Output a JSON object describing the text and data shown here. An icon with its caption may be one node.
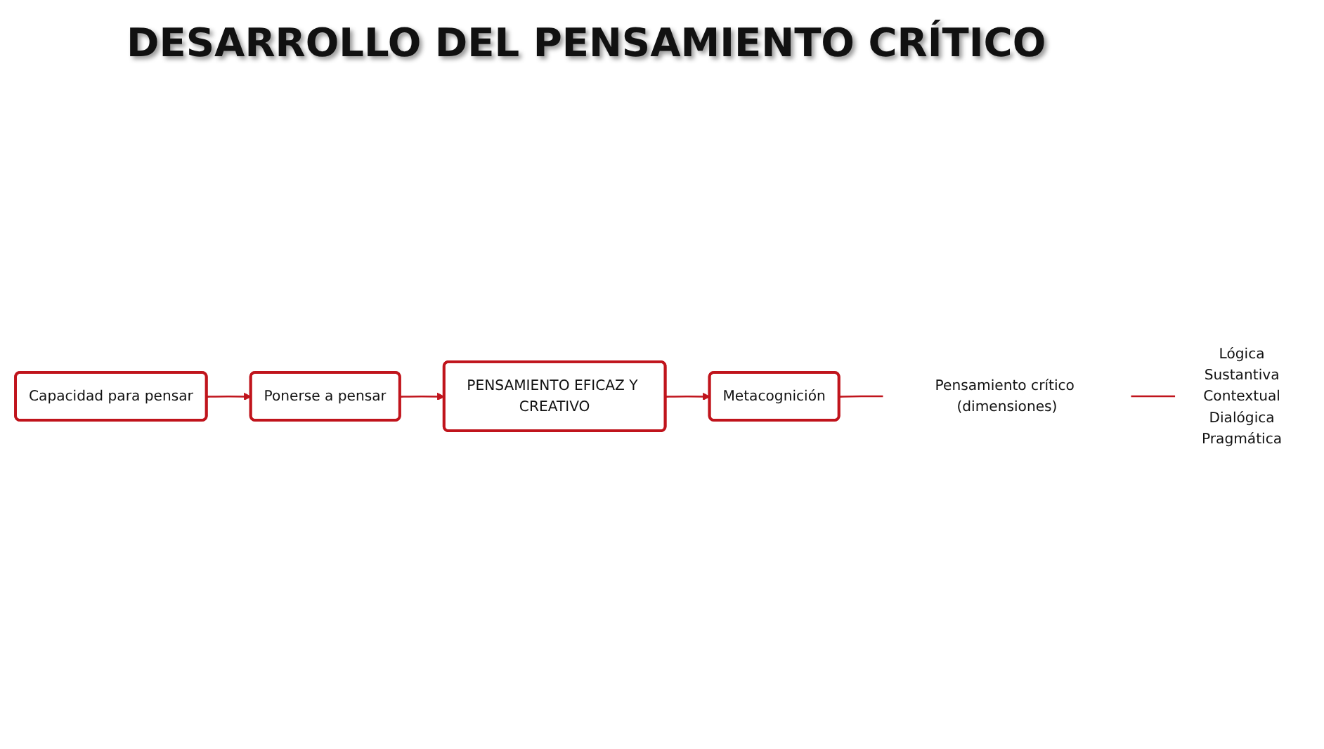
{
  "diagram": {
    "title": "DESARROLLO DEL PENSAMIENTO CRÍTICO",
    "nodes": [
      {
        "text": [
          "Capacidad para pensar"
        ]
      },
      {
        "text": [
          "Ponerse a pensar"
        ]
      },
      {
        "text": [
          "PENSAMIENTO EFICAZ Y CREATIVO"
        ]
      },
      {
        "text": [
          "Metacognición"
        ]
      },
      {
        "text": [
          "Pensamiento crítico (dimensiones)"
        ]
      },
      {
        "text": [
          "Lógica",
          "Sustantiva",
          "Contextual",
          "Dialógica",
          "Pragmática"
        ]
      }
    ],
    "edges": [
      {
        "from": 0,
        "to": 1,
        "arrow": "to"
      },
      {
        "from": 1,
        "to": 2,
        "arrow": "to"
      },
      {
        "from": 2,
        "to": 3,
        "arrow": "to"
      },
      {
        "from": 3,
        "to": 4,
        "arrow": "none"
      },
      {
        "from": 4,
        "to": 5,
        "arrow": "none"
      }
    ]
  }
}
